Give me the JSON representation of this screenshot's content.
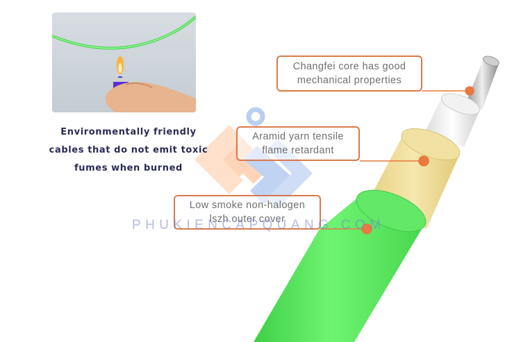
{
  "photo": {
    "description_icon": "lighter-flame-icon"
  },
  "caption": {
    "text": "Environmentally friendly\ncables that do not emit toxic\nfumes when burned"
  },
  "callouts": {
    "core": "Changfei core has good\nmechanical properties",
    "aramid": "Aramid yarn tensile\nflame retardant",
    "lszh": "Low smoke non-halogen\nlszh outer cover"
  },
  "watermark": {
    "text": "PHUKIENCAPQUANG.COM"
  },
  "colors": {
    "jacket_green": "#59e35f",
    "aramid_yellow": "#eedd98",
    "callout_border": "#d9794a",
    "dot_orange": "#e8793f",
    "caption_navy": "#2a2b55"
  }
}
